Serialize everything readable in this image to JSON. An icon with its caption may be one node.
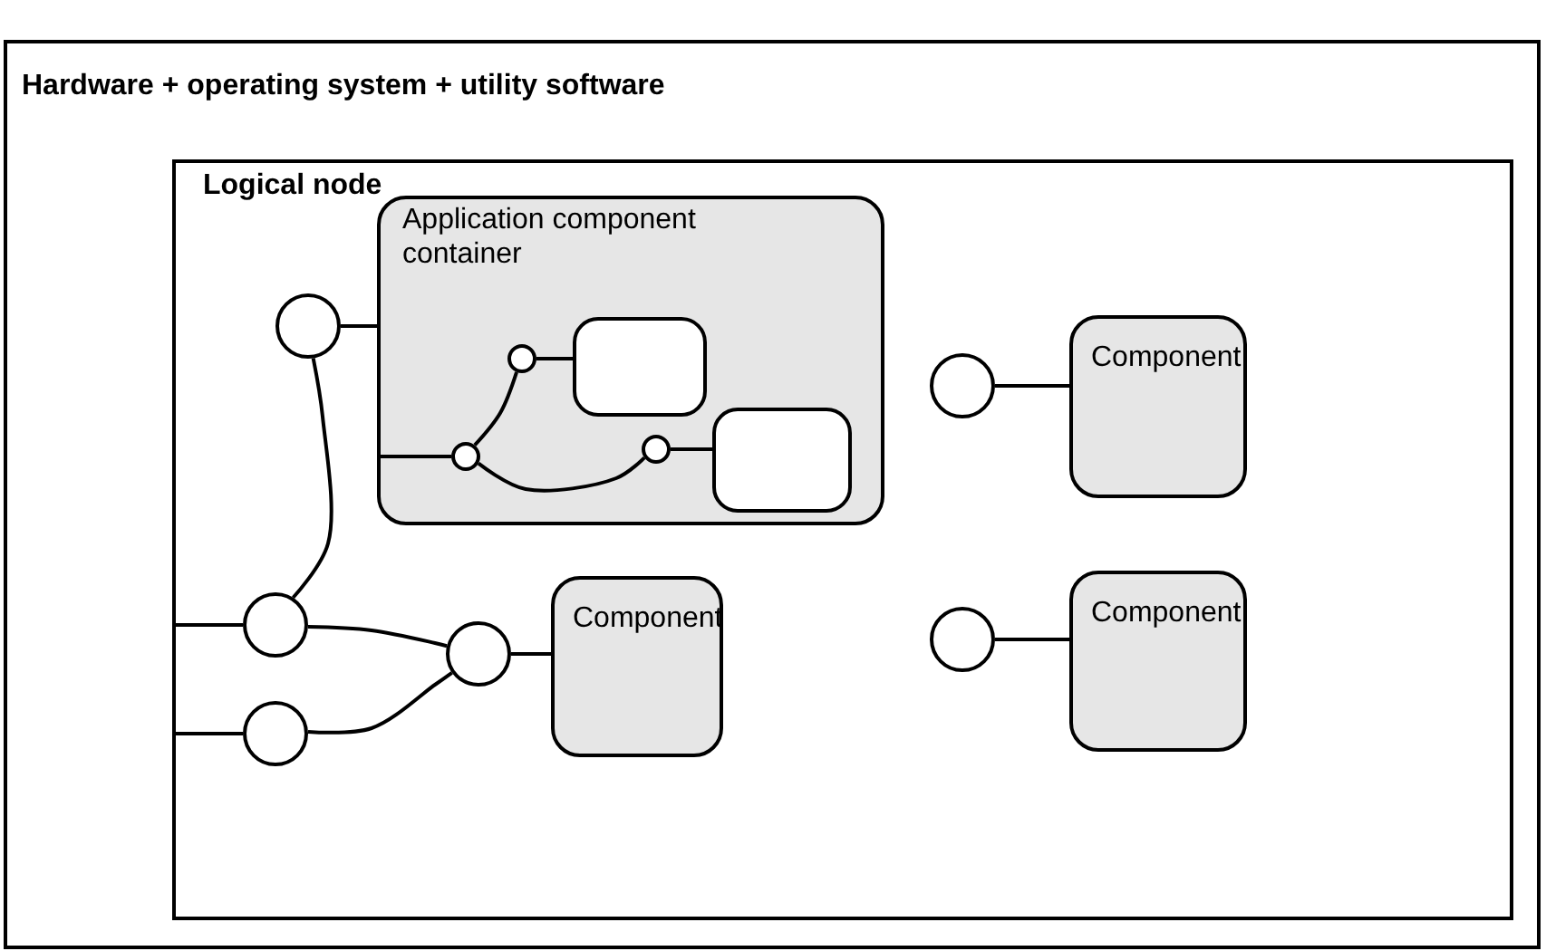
{
  "diagram": {
    "nodes": [
      {
        "text": [
          "Hardware + operating system + utility software"
        ]
      },
      {
        "text": [
          "Logical node"
        ],
        "in": 0
      },
      {
        "text": [
          "Application component container"
        ],
        "in": 1
      },
      {
        "text": [],
        "shape": "circle",
        "in": 2
      },
      {
        "text": [],
        "shape": "box",
        "in": 2
      },
      {
        "text": [],
        "shape": "circle",
        "in": 2
      },
      {
        "text": [],
        "shape": "circle",
        "in": 2
      },
      {
        "text": [],
        "shape": "box",
        "in": 2
      },
      {
        "text": [
          "Component"
        ],
        "in": 1
      },
      {
        "text": [
          "Component"
        ],
        "in": 1
      },
      {
        "text": [
          "Component"
        ],
        "in": 1
      },
      {
        "text": [],
        "shape": "circle",
        "in": 1
      },
      {
        "text": [],
        "shape": "circle",
        "in": 1
      },
      {
        "text": [],
        "shape": "circle",
        "in": 1
      },
      {
        "text": [],
        "shape": "circle",
        "in": 1
      },
      {
        "text": [],
        "shape": "circle",
        "in": 1
      },
      {
        "text": [],
        "shape": "circle",
        "in": 1
      }
    ],
    "edges": [
      {
        "from": 11,
        "to": 2,
        "arrow": "none"
      },
      {
        "from": 11,
        "to": 13,
        "arrow": "none"
      },
      {
        "from": 1,
        "to": 13,
        "arrow": "none"
      },
      {
        "from": 1,
        "to": 15,
        "arrow": "none"
      },
      {
        "from": 13,
        "to": 14,
        "arrow": "none"
      },
      {
        "from": 15,
        "to": 14,
        "arrow": "none"
      },
      {
        "from": 14,
        "to": 9,
        "arrow": "none"
      },
      {
        "from": 2,
        "to": 5,
        "arrow": "none"
      },
      {
        "from": 5,
        "to": 3,
        "arrow": "none"
      },
      {
        "from": 3,
        "to": 4,
        "arrow": "none"
      },
      {
        "from": 5,
        "to": 6,
        "arrow": "none"
      },
      {
        "from": 6,
        "to": 7,
        "arrow": "none"
      },
      {
        "from": 12,
        "to": 8,
        "arrow": "none"
      },
      {
        "from": 16,
        "to": 10,
        "arrow": "none"
      }
    ]
  }
}
